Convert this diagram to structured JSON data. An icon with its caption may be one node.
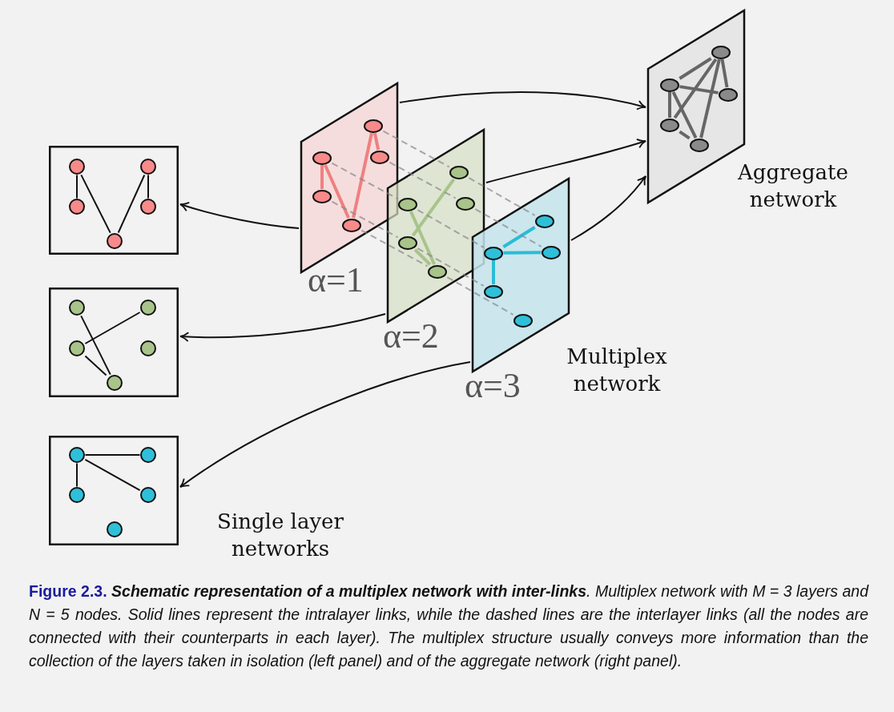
{
  "diagram": {
    "caption": "**Figure 2.3.** **Schematic representation of a multiplex network with inter-links**. Multiplex network with M = 3 layers and N = 5 nodes. Solid lines represent the intralayer links, while the dashed lines are the interlayer links (all the nodes are connected with their counterparts in each layer). The multiplex structure usually conveys more information than the collection of the layers taken in isolation (left panel) and of the aggregate network (right panel).",
    "nodes": [
      {
        "text": [],
        "shape": "parallelogram",
        "beside": [
          "α=1"
        ]
      },
      {
        "text": [],
        "shape": "ellipse",
        "in": 0
      },
      {
        "text": [],
        "shape": "ellipse",
        "in": 0
      },
      {
        "text": [],
        "shape": "ellipse",
        "in": 0
      },
      {
        "text": [],
        "shape": "ellipse",
        "in": 0
      },
      {
        "text": [],
        "shape": "ellipse",
        "in": 0
      },
      {
        "text": [],
        "shape": "parallelogram",
        "beside": [
          "α=2"
        ]
      },
      {
        "text": [],
        "shape": "ellipse",
        "in": 6
      },
      {
        "text": [],
        "shape": "ellipse",
        "in": 6
      },
      {
        "text": [],
        "shape": "ellipse",
        "in": 6
      },
      {
        "text": [],
        "shape": "ellipse",
        "in": 6
      },
      {
        "text": [],
        "shape": "ellipse",
        "in": 6
      },
      {
        "text": [],
        "shape": "parallelogram",
        "beside": [
          "α=3"
        ]
      },
      {
        "text": [],
        "shape": "ellipse",
        "in": 12
      },
      {
        "text": [],
        "shape": "ellipse",
        "in": 12
      },
      {
        "text": [],
        "shape": "ellipse",
        "in": 12
      },
      {
        "text": [],
        "shape": "ellipse",
        "in": 12
      },
      {
        "text": [],
        "shape": "ellipse",
        "in": 12
      },
      {
        "text": [],
        "shape": "parallelogram",
        "beside": [
          "Aggregate network"
        ]
      },
      {
        "text": [],
        "shape": "ellipse",
        "in": 18
      },
      {
        "text": [],
        "shape": "ellipse",
        "in": 18
      },
      {
        "text": [],
        "shape": "ellipse",
        "in": 18
      },
      {
        "text": [],
        "shape": "ellipse",
        "in": 18
      },
      {
        "text": [],
        "shape": "ellipse",
        "in": 18
      },
      {
        "text": [],
        "shape": "box"
      },
      {
        "text": [],
        "shape": "circle",
        "in": 24
      },
      {
        "text": [],
        "shape": "circle",
        "in": 24
      },
      {
        "text": [],
        "shape": "circle",
        "in": 24
      },
      {
        "text": [],
        "shape": "circle",
        "in": 24
      },
      {
        "text": [],
        "shape": "circle",
        "in": 24
      },
      {
        "text": [],
        "shape": "box"
      },
      {
        "text": [],
        "shape": "circle",
        "in": 30
      },
      {
        "text": [],
        "shape": "circle",
        "in": 30
      },
      {
        "text": [],
        "shape": "circle",
        "in": 30
      },
      {
        "text": [],
        "shape": "circle",
        "in": 30
      },
      {
        "text": [],
        "shape": "circle",
        "in": 30
      },
      {
        "text": [],
        "shape": "box"
      },
      {
        "text": [],
        "shape": "circle",
        "in": 36
      },
      {
        "text": [],
        "shape": "circle",
        "in": 36
      },
      {
        "text": [],
        "shape": "circle",
        "in": 36
      },
      {
        "text": [],
        "shape": "circle",
        "in": 36
      },
      {
        "text": [],
        "shape": "circle",
        "in": 36
      }
    ],
    "edges": [
      {
        "from": 1,
        "to": 3,
        "arrow": "none",
        "style": "thick",
        "color": "#f08080"
      },
      {
        "from": 1,
        "to": 5,
        "arrow": "none",
        "style": "thick",
        "color": "#f08080"
      },
      {
        "from": 2,
        "to": 5,
        "arrow": "none",
        "style": "thick",
        "color": "#f08080"
      },
      {
        "from": 2,
        "to": 4,
        "arrow": "none",
        "style": "thick",
        "color": "#f08080"
      },
      {
        "from": 8,
        "to": 9,
        "arrow": "none",
        "style": "thick",
        "color": "#a8c48a"
      },
      {
        "from": 7,
        "to": 11,
        "arrow": "none",
        "style": "thick",
        "color": "#a8c48a"
      },
      {
        "from": 9,
        "to": 11,
        "arrow": "none",
        "style": "thick",
        "color": "#a8c48a"
      },
      {
        "from": 13,
        "to": 14,
        "arrow": "none",
        "style": "thick",
        "color": "#2bbcd6"
      },
      {
        "from": 13,
        "to": 15,
        "arrow": "none",
        "style": "thick",
        "color": "#2bbcd6"
      },
      {
        "from": 13,
        "to": 16,
        "arrow": "none",
        "style": "thick",
        "color": "#2bbcd6"
      },
      {
        "from": 1,
        "to": 7,
        "arrow": "none",
        "style": "dashed",
        "color": "#888888"
      },
      {
        "from": 7,
        "to": 13,
        "arrow": "none",
        "style": "dashed",
        "color": "#888888"
      },
      {
        "from": 2,
        "to": 8,
        "arrow": "none",
        "style": "dashed",
        "color": "#888888"
      },
      {
        "from": 8,
        "to": 14,
        "arrow": "none",
        "style": "dashed",
        "color": "#888888"
      },
      {
        "from": 3,
        "to": 9,
        "arrow": "none",
        "style": "dashed",
        "color": "#888888"
      },
      {
        "from": 9,
        "to": 15,
        "arrow": "none",
        "style": "dashed",
        "color": "#888888"
      },
      {
        "from": 4,
        "to": 10,
        "arrow": "none",
        "style": "dashed",
        "color": "#888888"
      },
      {
        "from": 10,
        "to": 16,
        "arrow": "none",
        "style": "dashed",
        "color": "#888888"
      },
      {
        "from": 5,
        "to": 11,
        "arrow": "none",
        "style": "dashed",
        "color": "#888888"
      },
      {
        "from": 11,
        "to": 17,
        "arrow": "none",
        "style": "dashed",
        "color": "#888888"
      },
      {
        "from": 19,
        "to": 21,
        "arrow": "none",
        "style": "thick",
        "color": "#666666"
      },
      {
        "from": 19,
        "to": 23,
        "arrow": "none",
        "style": "thick",
        "color": "#666666"
      },
      {
        "from": 20,
        "to": 23,
        "arrow": "none",
        "style": "thick",
        "color": "#666666"
      },
      {
        "from": 20,
        "to": 22,
        "arrow": "none",
        "style": "thick",
        "color": "#666666"
      },
      {
        "from": 20,
        "to": 21,
        "arrow": "none",
        "style": "thick",
        "color": "#666666"
      },
      {
        "from": 21,
        "to": 23,
        "arrow": "none",
        "style": "thick",
        "color": "#666666"
      },
      {
        "from": 19,
        "to": 20,
        "arrow": "none",
        "style": "thick",
        "color": "#666666"
      },
      {
        "from": 19,
        "to": 22,
        "arrow": "none",
        "style": "thick",
        "color": "#666666"
      },
      {
        "from": 25,
        "to": 27,
        "arrow": "none"
      },
      {
        "from": 25,
        "to": 29,
        "arrow": "none"
      },
      {
        "from": 26,
        "to": 29,
        "arrow": "none"
      },
      {
        "from": 26,
        "to": 28,
        "arrow": "none"
      },
      {
        "from": 32,
        "to": 33,
        "arrow": "none"
      },
      {
        "from": 31,
        "to": 35,
        "arrow": "none"
      },
      {
        "from": 33,
        "to": 35,
        "arrow": "none"
      },
      {
        "from": 37,
        "to": 38,
        "arrow": "none"
      },
      {
        "from": 37,
        "to": 39,
        "arrow": "none"
      },
      {
        "from": 37,
        "to": 40,
        "arrow": "none"
      },
      {
        "from": 0,
        "to": 24,
        "arrow": "to"
      },
      {
        "from": 6,
        "to": 30,
        "arrow": "to"
      },
      {
        "from": 12,
        "to": 36,
        "arrow": "to"
      },
      {
        "from": 0,
        "to": 18,
        "arrow": "to"
      },
      {
        "from": 6,
        "to": 18,
        "arrow": "to"
      },
      {
        "from": 12,
        "to": 18,
        "arrow": "to"
      }
    ],
    "labels": [
      "Multiplex network",
      "Single layer networks"
    ]
  }
}
